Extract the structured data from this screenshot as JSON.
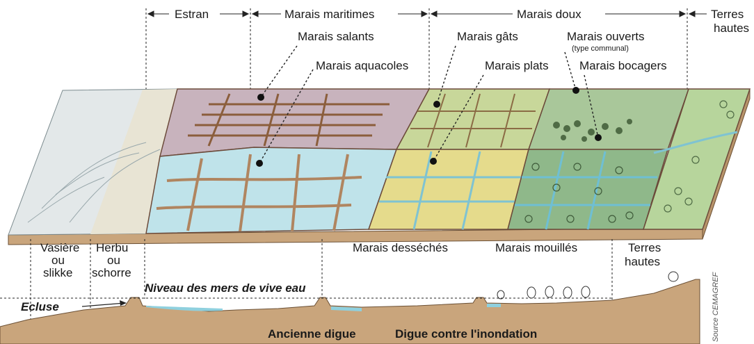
{
  "zones_top": {
    "estran": "Estran",
    "marais_maritimes": "Marais maritimes",
    "marais_doux": "Marais doux",
    "terres_hautes_1": "Terres",
    "terres_hautes_2": "hautes"
  },
  "callouts": {
    "marais_salants": "Marais salants",
    "marais_aquacoles": "Marais aquacoles",
    "marais_gats": "Marais gâts",
    "marais_plats": "Marais plats",
    "marais_ouverts": "Marais ouverts",
    "type_communal": "(type communal)",
    "marais_bocagers": "Marais bocagers"
  },
  "zones_bottom": {
    "vasiere_1": "Vasière",
    "vasiere_2": "ou",
    "vasiere_3": "slikke",
    "herbu_1": "Herbu",
    "herbu_2": "ou",
    "herbu_3": "schorre",
    "marais_desseches": "Marais desséchés",
    "marais_mouilles": "Marais mouillés",
    "terres_hautes_b1": "Terres",
    "terres_hautes_b2": "hautes"
  },
  "profile": {
    "niveau": "Niveau des mers de vive eau",
    "ecluse": "Ecluse",
    "ancienne_digue": "Ancienne digue",
    "digue_inondation": "Digue contre l'inondation",
    "source": "Source CEMAGREF"
  },
  "colors": {
    "mudflat": "#dfe5e6",
    "salt_pans": "#b9a8b4",
    "aquaculture_water": "#bfe3ea",
    "dikes": "#c9a27a",
    "gats": "#c8d79a",
    "plats": "#e3d98a",
    "ouverts": "#a9c79a",
    "bocagers": "#8fb88a",
    "terres_hautes": "#b5d39a",
    "soil": "#c9a57c",
    "water_channel": "#8fd0de"
  }
}
